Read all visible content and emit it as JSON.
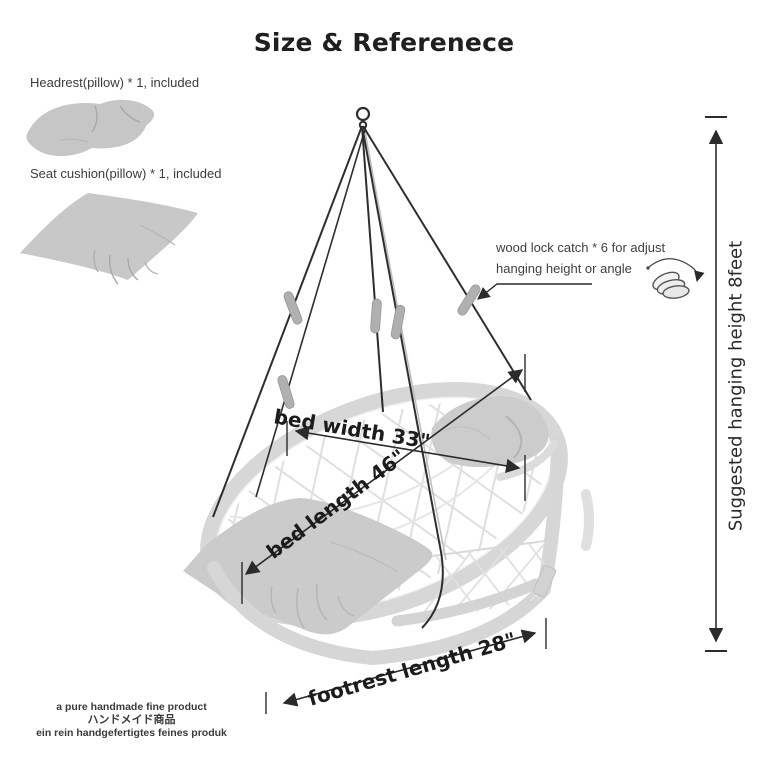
{
  "title": "Size & Referenece",
  "included_items": [
    {
      "label": "Headrest(pillow) * 1, included"
    },
    {
      "label": "Seat cushion(pillow) * 1, included"
    }
  ],
  "callout": {
    "line1": "wood lock catch * 6 for adjust",
    "line2": "hanging height or angle"
  },
  "dimensions": {
    "bed_width": "bed width 33\"",
    "bed_length": "bed length 46\"",
    "footrest_length": "footrest length 28\"",
    "hanging_height": "Suggested hanging height 8feet"
  },
  "footer": {
    "en": "a pure handmade fine product",
    "ja": "ハンドメイド商品",
    "de": "ein rein handgefertigtes feines produk"
  },
  "colors": {
    "ink": "#2b2b2b",
    "rope": "#2e2e2e",
    "rim_gray": "#d7d7d7",
    "net_gray": "#dfdfdf",
    "pillow_gray": "#c9c9c9",
    "catch_gray": "#b0b0b0"
  }
}
